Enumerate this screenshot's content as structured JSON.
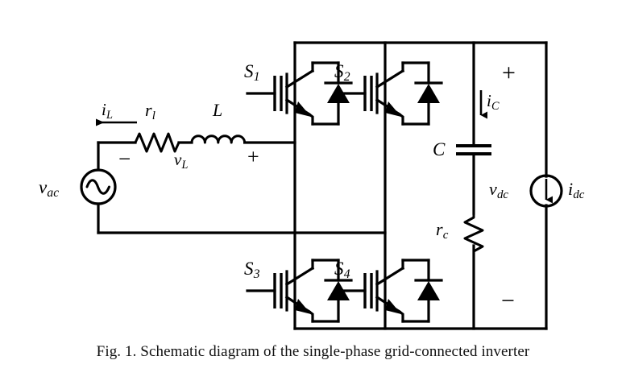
{
  "figure": {
    "caption": "Fig. 1. Schematic diagram of the single-phase grid-connected inverter",
    "background_color": "#ffffff",
    "line_color": "#000000"
  },
  "diagram": {
    "type": "circuit-schematic",
    "title": "Single-phase grid-connected inverter",
    "ac_side": {
      "source_label": "v",
      "source_sub": "ac",
      "current_label": "i",
      "current_sub": "L",
      "current_direction": "left",
      "resistor_label": "r",
      "resistor_sub": "l",
      "inductor_label": "L",
      "inductor_voltage_label": "v",
      "inductor_voltage_sub": "L",
      "polarity_left": "−",
      "polarity_right": "+"
    },
    "bridge": {
      "switches": [
        {
          "label": "S",
          "sub": "1",
          "position": "top-left"
        },
        {
          "label": "S",
          "sub": "2",
          "position": "top-right"
        },
        {
          "label": "S",
          "sub": "3",
          "position": "bottom-left"
        },
        {
          "label": "S",
          "sub": "4",
          "position": "bottom-right"
        }
      ],
      "device_type": "IGBT with anti-parallel diode"
    },
    "dc_side": {
      "capacitor_label": "C",
      "capacitor_current_label": "i",
      "capacitor_current_sub": "C",
      "capacitor_current_direction": "down",
      "esr_label": "r",
      "esr_sub": "c",
      "dc_voltage_label": "v",
      "dc_voltage_sub": "dc",
      "dc_current_label": "i",
      "dc_current_sub": "dc",
      "dc_current_direction": "down",
      "polarity_top": "+",
      "polarity_bottom": "−"
    }
  }
}
